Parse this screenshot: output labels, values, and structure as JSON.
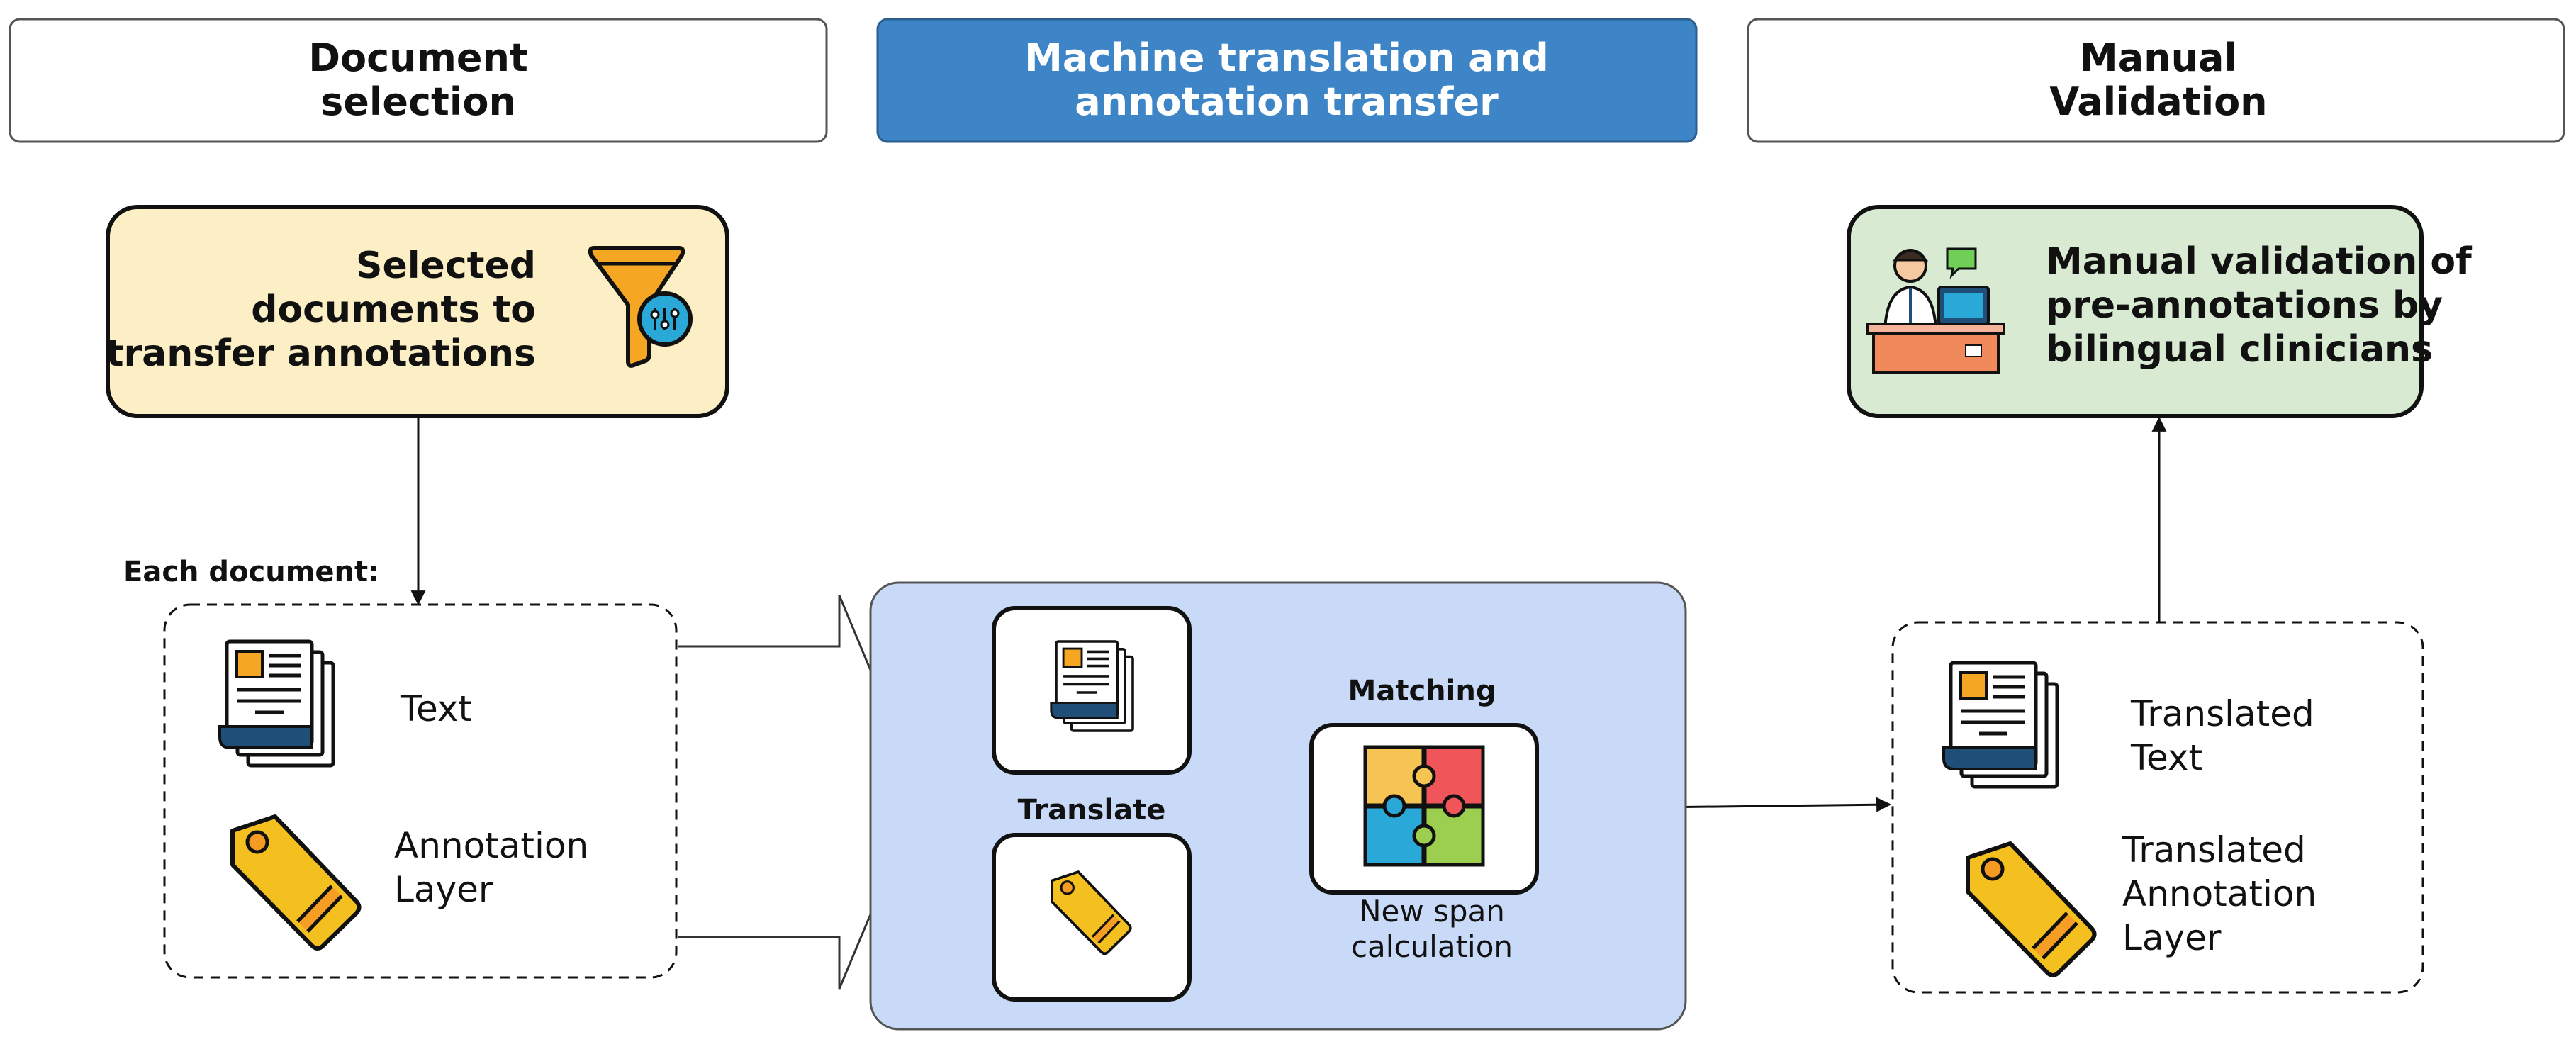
{
  "stages": [
    {
      "line1": "Document",
      "line2": "selection"
    },
    {
      "line1": "Machine translation and",
      "line2": "annotation transfer"
    },
    {
      "line1": "Manual",
      "line2": "Validation"
    }
  ],
  "selected_box": {
    "line1": "Selected",
    "line2": "documents to",
    "line3": "transfer annotations",
    "icon": "funnel-filter-icon"
  },
  "validation_box": {
    "line1": "Manual validation of",
    "line2": "pre-annotations by",
    "line3": "bilingual clinicians",
    "icon": "clinician-at-desk-icon"
  },
  "each_document_label": "Each document:",
  "input_items": {
    "text": "Text",
    "annotation_line1": "Annotation",
    "annotation_line2": "Layer"
  },
  "transfer": {
    "translate_label": "Translate",
    "matching_label": "Matching",
    "span_line1": "New span",
    "span_line2": "calculation"
  },
  "output_items": {
    "text_line1": "Translated",
    "text_line2": "Text",
    "annotation_line1": "Translated",
    "annotation_line2": "Annotation",
    "annotation_line3": "Layer"
  },
  "colors": {
    "stage_active_fill": "#3d85c6",
    "stage_active_text": "#ffffff",
    "selected_fill": "#fdefc5",
    "validation_fill": "#d9ead3",
    "transfer_panel_fill": "#c9daf8",
    "tag_yellow": "#f4c020",
    "tag_orange": "#f59a23",
    "doc_orange": "#f5a623",
    "doc_navy": "#1f4e79"
  }
}
